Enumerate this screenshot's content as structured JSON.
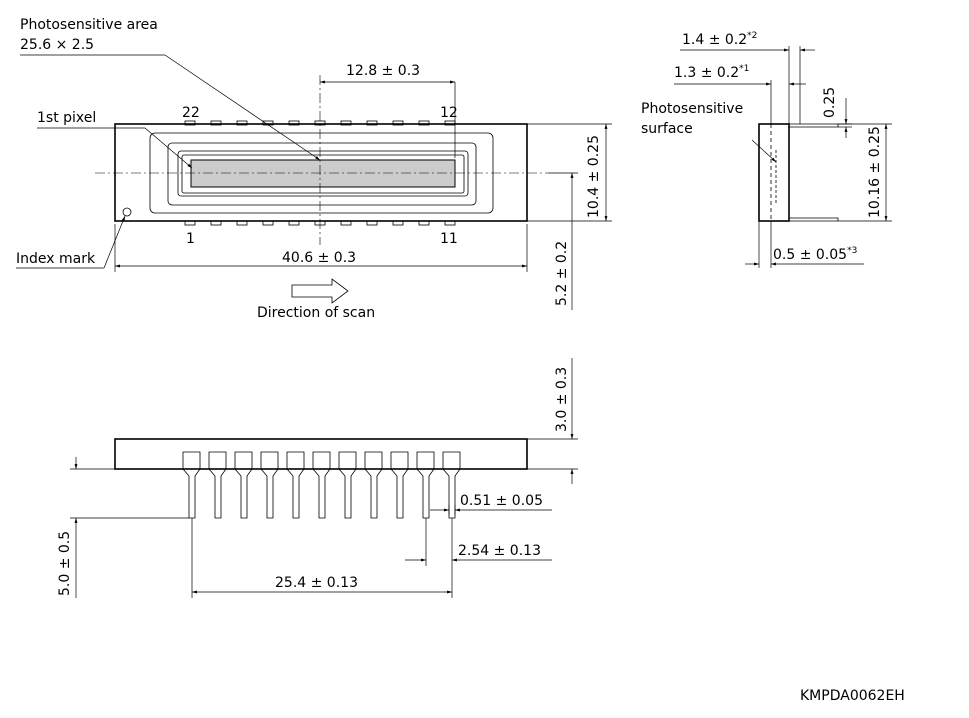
{
  "labels": {
    "photosensitive_area": "Photosensitive area",
    "photosensitive_area_size": "25.6 × 2.5",
    "first_pixel": "1st pixel",
    "index_mark": "Index mark",
    "direction_of_scan": "Direction of scan",
    "photosensitive_surface_line1": "Photosensitive",
    "photosensitive_surface_line2": "surface",
    "drawing_code": "KMPDA0062EH"
  },
  "pins": {
    "p22": "22",
    "p12": "12",
    "p1": "1",
    "p11": "11"
  },
  "dims": {
    "half_pitch": "12.8 ± 0.3",
    "width": "40.6 ± 0.3",
    "height": "10.4 ± 0.25",
    "offset": "5.2 ± 0.2",
    "side_window": "1.4 ± 0.2",
    "side_window_note": "*2",
    "side_surface": "1.3 ± 0.2",
    "side_surface_note": "*1",
    "side_lead_thick": "0.25",
    "side_height": "10.16 ± 0.25",
    "side_glass": "0.5 ± 0.05",
    "side_glass_note": "*3",
    "package_thickness": "3.0 ± 0.3",
    "lead_width": "0.51 ± 0.05",
    "lead_pitch": "2.54 ± 0.13",
    "lead_span": "25.4 ± 0.13",
    "lead_length": "5.0 ± 0.5"
  },
  "colors": {
    "line": "#000000",
    "sensor_fill": "#cccccc",
    "background": "#ffffff"
  }
}
